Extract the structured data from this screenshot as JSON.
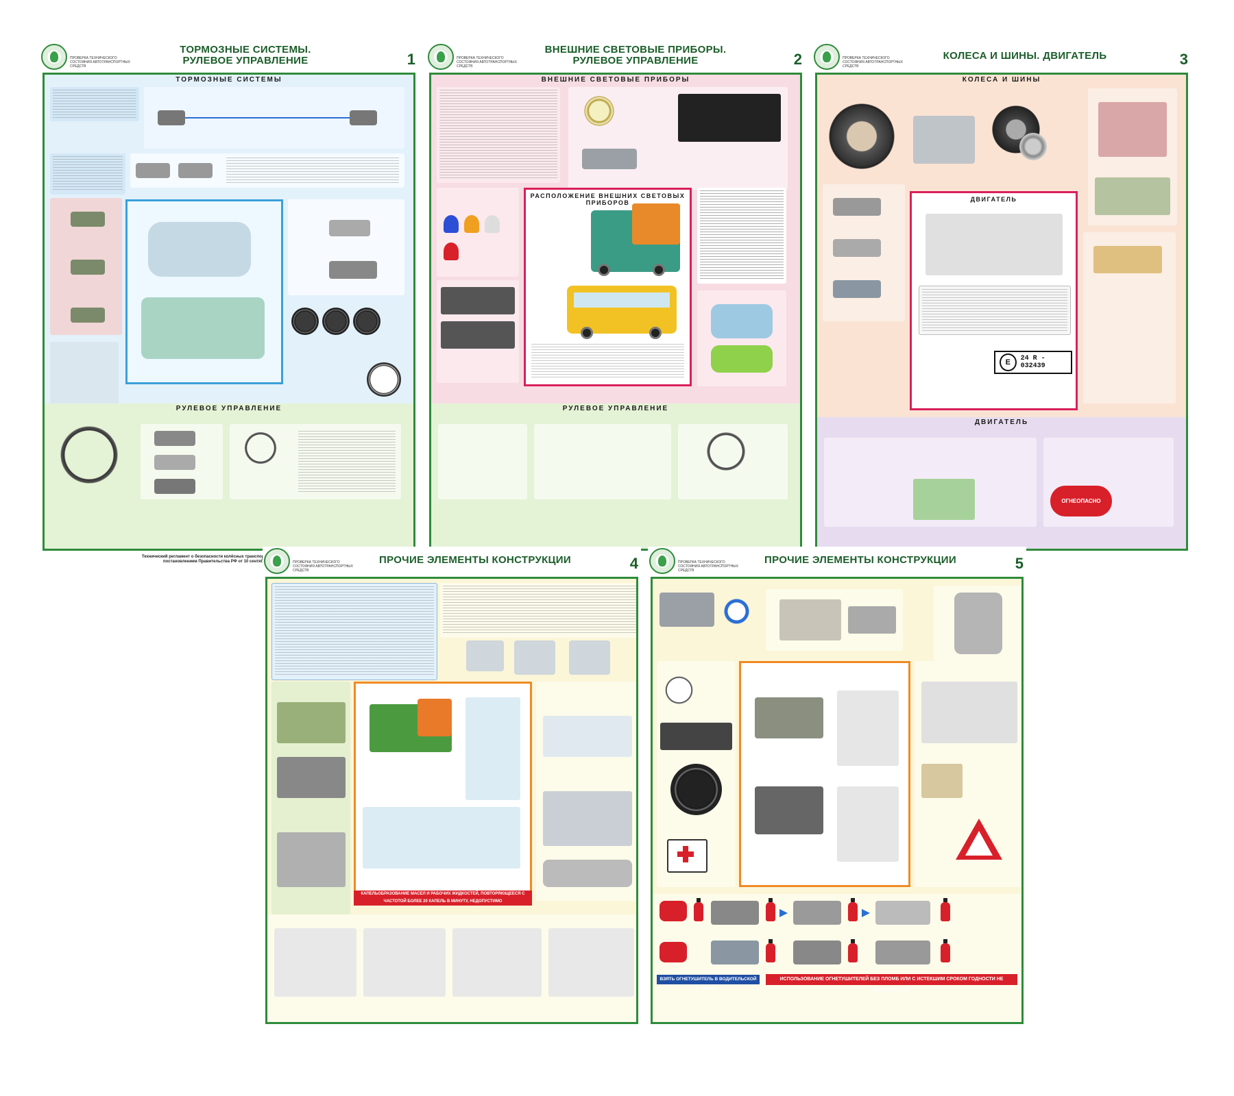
{
  "posters": [
    {
      "number": "1",
      "org": "ПРОВЕРКА ТЕХНИЧЕСКОГО СОСТОЯНИЯ АВТОТРАНСПОРТНЫХ СРЕДСТВ",
      "title_line1": "ТОРМОЗНЫЕ СИСТЕМЫ.",
      "title_line2": "РУЛЕВОЕ УПРАВЛЕНИЕ",
      "section1": "ТОРМОЗНЫЕ СИСТЕМЫ",
      "section2": "РУЛЕВОЕ УПРАВЛЕНИЕ",
      "footer_center": "Технический регламент о безопасности колёсных транспортных средств, утверждён постановлением Правительства РФ от 10 сентября 2009 г. №720"
    },
    {
      "number": "2",
      "org": "ПРОВЕРКА ТЕХНИЧЕСКОГО СОСТОЯНИЯ АВТОТРАНСПОРТНЫХ СРЕДСТВ",
      "title_line1": "ВНЕШНИЕ СВЕТОВЫЕ ПРИБОРЫ.",
      "title_line2": "РУЛЕВОЕ УПРАВЛЕНИЕ",
      "section1": "ВНЕШНИЕ СВЕТОВЫЕ ПРИБОРЫ",
      "frame": "РАСПОЛОЖЕНИЕ ВНЕШНИХ СВЕТОВЫХ ПРИБОРОВ",
      "section2": "РУЛЕВОЕ УПРАВЛЕНИЕ"
    },
    {
      "number": "3",
      "org": "ПРОВЕРКА ТЕХНИЧЕСКОГО СОСТОЯНИЯ АВТОТРАНСПОРТНЫХ СРЕДСТВ",
      "title_line1": "КОЛЕСА И ШИНЫ.  ДВИГАТЕЛЬ",
      "title_line2": "",
      "section1": "КОЛЕСА И ШИНЫ",
      "frame": "ДВИГАТЕЛЬ",
      "section2": "ДВИГАТЕЛЬ",
      "plate": "24 R - 032439",
      "plate_mark": "E",
      "tank_label": "ОГНЕОПАСНО"
    },
    {
      "number": "4",
      "org": "ПРОВЕРКА ТЕХНИЧЕСКОГО СОСТОЯНИЯ АВТОТРАНСПОРТНЫХ СРЕДСТВ",
      "title_line1": "ПРОЧИЕ ЭЛЕМЕНТЫ КОНСТРУКЦИИ",
      "title_line2": "",
      "warning": "КАПЕЛЬОБРАЗОВАНИЕ МАСЕЛ И РАБОЧИХ ЖИДКОСТЕЙ, ПОВТОРЯЮЩЕЕСЯ С ЧАСТОТОЙ БОЛЕЕ 20 КАПЕЛЬ В МИНУТУ, НЕДОПУСТИМО"
    },
    {
      "number": "5",
      "org": "ПРОВЕРКА ТЕХНИЧЕСКОГО СОСТОЯНИЯ АВТОТРАНСПОРТНЫХ СРЕДСТВ",
      "title_line1": "ПРОЧИЕ ЭЛЕМЕНТЫ КОНСТРУКЦИИ",
      "title_line2": "",
      "bar_blue": "ВЗЯТЬ ОГНЕТУШИТЕЛЬ В ВОДИТЕЛЬСКОЙ ЗОНЕ",
      "bar_red": "ИСПОЛЬЗОВАНИЕ ОГНЕТУШИТЕЛЕЙ БЕЗ ПЛОМБ ИЛИ С ИСТЕКШИМ СРОКОМ ГОДНОСТИ НЕ ДОПУСКАЕТСЯ"
    }
  ],
  "colors": {
    "green_frame": "#2e8b3a",
    "title_green": "#1b5e2a",
    "panel_blue": "#e3f1fb",
    "panel_green": "#e4f2d6",
    "panel_pink": "#f7dce3",
    "panel_peach": "#fbe3d4",
    "panel_lilac": "#e7dcef",
    "panel_yellow": "#fbf6d8",
    "red": "#d8202a",
    "blue": "#1f4fa3"
  }
}
